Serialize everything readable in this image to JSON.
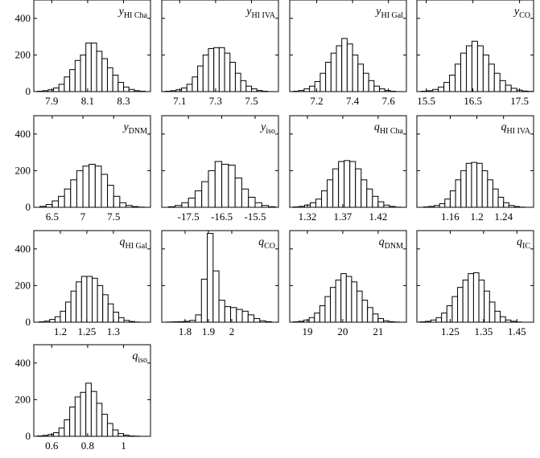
{
  "chart_data": [
    {
      "type": "bar",
      "label": {
        "sym": "y",
        "sub": "HI Cha"
      },
      "xlim": [
        7.8,
        8.45
      ],
      "xticks": [
        "7.9",
        "8.1",
        "8.3"
      ],
      "xtick_values": [
        7.9,
        8.1,
        8.3
      ],
      "bins": [
        7.82,
        7.85,
        7.88,
        7.91,
        7.94,
        7.97,
        8.0,
        8.03,
        8.06,
        8.09,
        8.12,
        8.15,
        8.18,
        8.21,
        8.24,
        8.27,
        8.3,
        8.33,
        8.36,
        8.39
      ],
      "values": [
        2,
        5,
        10,
        20,
        40,
        80,
        120,
        170,
        200,
        265,
        265,
        220,
        180,
        130,
        90,
        50,
        25,
        12,
        5,
        2
      ],
      "ylim": [
        0,
        500
      ],
      "yticks": [
        "0",
        "200",
        "400"
      ],
      "ytick_values": [
        0,
        200,
        400
      ]
    },
    {
      "type": "bar",
      "label": {
        "sym": "y",
        "sub": "HI IVA"
      },
      "xlim": [
        7.0,
        7.65
      ],
      "xticks": [
        "7.1",
        "7.3",
        "7.5"
      ],
      "xtick_values": [
        7.1,
        7.3,
        7.5
      ],
      "bins": [
        7.02,
        7.05,
        7.08,
        7.11,
        7.14,
        7.17,
        7.2,
        7.23,
        7.26,
        7.29,
        7.32,
        7.35,
        7.38,
        7.41,
        7.44,
        7.47,
        7.5,
        7.53,
        7.56
      ],
      "values": [
        2,
        5,
        10,
        20,
        40,
        80,
        140,
        200,
        235,
        240,
        240,
        210,
        160,
        100,
        60,
        30,
        15,
        6,
        2
      ],
      "ylim": [
        0,
        500
      ],
      "yticks": [
        "0",
        "200",
        "400"
      ],
      "ytick_values": [
        0,
        200,
        400
      ]
    },
    {
      "type": "bar",
      "label": {
        "sym": "y",
        "sub": "HI Gal"
      },
      "xlim": [
        7.05,
        7.7
      ],
      "xticks": [
        "7.2",
        "7.4",
        "7.6"
      ],
      "xtick_values": [
        7.2,
        7.4,
        7.6
      ],
      "bins": [
        7.07,
        7.1,
        7.13,
        7.16,
        7.19,
        7.22,
        7.25,
        7.28,
        7.31,
        7.34,
        7.37,
        7.4,
        7.43,
        7.46,
        7.49,
        7.52,
        7.55,
        7.58,
        7.61
      ],
      "values": [
        2,
        6,
        15,
        30,
        55,
        100,
        160,
        210,
        250,
        290,
        260,
        200,
        150,
        100,
        60,
        30,
        15,
        6,
        2
      ],
      "ylim": [
        0,
        500
      ],
      "yticks": [
        "0",
        "200",
        "400"
      ],
      "ytick_values": [
        0,
        200,
        400
      ]
    },
    {
      "type": "bar",
      "label": {
        "sym": "y",
        "sub": "CO"
      },
      "xlim": [
        15.3,
        17.8
      ],
      "xticks": [
        "15.5",
        "16.5",
        "17.5"
      ],
      "xtick_values": [
        15.5,
        16.5,
        17.5
      ],
      "bins": [
        15.4,
        15.52,
        15.64,
        15.76,
        15.88,
        16.0,
        16.12,
        16.24,
        16.36,
        16.48,
        16.6,
        16.72,
        16.84,
        16.96,
        17.08,
        17.2,
        17.32,
        17.44,
        17.56,
        17.68
      ],
      "values": [
        2,
        5,
        12,
        25,
        50,
        90,
        150,
        210,
        250,
        275,
        250,
        200,
        150,
        100,
        60,
        35,
        18,
        8,
        3,
        1
      ],
      "ylim": [
        0,
        500
      ],
      "yticks": [
        "0",
        "200",
        "400"
      ],
      "ytick_values": [
        0,
        200,
        400
      ]
    },
    {
      "type": "bar",
      "label": {
        "sym": "y",
        "sub": "DNM"
      },
      "xlim": [
        6.2,
        8.1
      ],
      "xticks": [
        "6.5",
        "7",
        "7.5"
      ],
      "xtick_values": [
        6.5,
        7.0,
        7.5
      ],
      "bins": [
        6.3,
        6.4,
        6.5,
        6.6,
        6.7,
        6.8,
        6.9,
        7.0,
        7.1,
        7.2,
        7.3,
        7.4,
        7.5,
        7.6,
        7.7,
        7.8,
        7.9
      ],
      "values": [
        5,
        15,
        35,
        60,
        100,
        150,
        200,
        225,
        235,
        225,
        180,
        120,
        60,
        25,
        10,
        4,
        1
      ],
      "ylim": [
        0,
        500
      ],
      "yticks": [
        "0",
        "200",
        "400"
      ],
      "ytick_values": [
        0,
        200,
        400
      ]
    },
    {
      "type": "bar",
      "label": {
        "sym": "y",
        "sub": "iso"
      },
      "xlim": [
        -18.3,
        -14.8
      ],
      "xticks": [
        "-17.5",
        "-16.5",
        "-15.5"
      ],
      "xtick_values": [
        -17.5,
        -16.5,
        -15.5
      ],
      "bins": [
        -18.1,
        -17.9,
        -17.7,
        -17.5,
        -17.3,
        -17.1,
        -16.9,
        -16.7,
        -16.5,
        -16.3,
        -16.1,
        -15.9,
        -15.7,
        -15.5,
        -15.3,
        -15.1
      ],
      "values": [
        3,
        10,
        25,
        50,
        90,
        140,
        200,
        250,
        235,
        230,
        160,
        100,
        55,
        25,
        10,
        3
      ],
      "ylim": [
        0,
        500
      ],
      "yticks": [
        "0",
        "200",
        "400"
      ],
      "ytick_values": [
        0,
        200,
        400
      ]
    },
    {
      "type": "bar",
      "label": {
        "sym": "q",
        "sub": "HI Cha"
      },
      "xlim": [
        1.295,
        1.46
      ],
      "xticks": [
        "1.32",
        "1.37",
        "1.42"
      ],
      "xtick_values": [
        1.32,
        1.37,
        1.42
      ],
      "bins": [
        1.3,
        1.308,
        1.316,
        1.324,
        1.332,
        1.34,
        1.348,
        1.356,
        1.364,
        1.372,
        1.38,
        1.388,
        1.396,
        1.404,
        1.412,
        1.42,
        1.428,
        1.436,
        1.444
      ],
      "values": [
        2,
        5,
        12,
        25,
        45,
        90,
        150,
        210,
        250,
        255,
        250,
        210,
        150,
        100,
        60,
        30,
        12,
        5,
        1
      ],
      "ylim": [
        0,
        500
      ],
      "yticks": [
        "0",
        "200",
        "400"
      ],
      "ytick_values": [
        0,
        200,
        400
      ]
    },
    {
      "type": "bar",
      "label": {
        "sym": "q",
        "sub": "HI IVA"
      },
      "xlim": [
        1.11,
        1.285
      ],
      "xticks": [
        "1.16",
        "1.2",
        "1.24"
      ],
      "xtick_values": [
        1.16,
        1.2,
        1.24
      ],
      "bins": [
        1.12,
        1.128,
        1.136,
        1.144,
        1.152,
        1.16,
        1.168,
        1.176,
        1.184,
        1.192,
        1.2,
        1.208,
        1.216,
        1.224,
        1.232,
        1.24,
        1.248,
        1.256,
        1.264
      ],
      "values": [
        2,
        5,
        10,
        20,
        45,
        90,
        150,
        200,
        240,
        245,
        240,
        200,
        150,
        100,
        55,
        25,
        10,
        4,
        1
      ],
      "ylim": [
        0,
        500
      ],
      "yticks": [
        "0",
        "200",
        "400"
      ],
      "ytick_values": [
        0,
        200,
        400
      ]
    },
    {
      "type": "bar",
      "label": {
        "sym": "q",
        "sub": "HI Gal"
      },
      "xlim": [
        1.15,
        1.37
      ],
      "xticks": [
        "1.2",
        "1.25",
        "1.3"
      ],
      "xtick_values": [
        1.2,
        1.25,
        1.3
      ],
      "bins": [
        1.16,
        1.17,
        1.18,
        1.19,
        1.2,
        1.21,
        1.22,
        1.23,
        1.24,
        1.25,
        1.26,
        1.27,
        1.28,
        1.29,
        1.3,
        1.31,
        1.32,
        1.33,
        1.34
      ],
      "values": [
        2,
        6,
        15,
        30,
        60,
        110,
        170,
        220,
        250,
        250,
        240,
        200,
        150,
        100,
        55,
        25,
        10,
        4,
        1
      ],
      "ylim": [
        0,
        500
      ],
      "yticks": [
        "0",
        "200",
        "400"
      ],
      "ytick_values": [
        0,
        200,
        400
      ]
    },
    {
      "type": "bar",
      "label": {
        "sym": "q",
        "sub": "CO"
      },
      "xlim": [
        1.7,
        2.2
      ],
      "xticks": [
        "1.8",
        "1.9",
        "2"
      ],
      "xtick_values": [
        1.8,
        1.9,
        2.0
      ],
      "bins": [
        1.72,
        1.745,
        1.77,
        1.795,
        1.82,
        1.845,
        1.87,
        1.895,
        1.92,
        1.945,
        1.97,
        1.995,
        2.02,
        2.045,
        2.07,
        2.095,
        2.12,
        2.145
      ],
      "values": [
        1,
        2,
        3,
        5,
        10,
        40,
        235,
        485,
        280,
        120,
        85,
        80,
        70,
        60,
        40,
        20,
        8,
        3
      ],
      "ylim": [
        0,
        500
      ],
      "yticks": [
        "0",
        "200",
        "400"
      ],
      "ytick_values": [
        0,
        200,
        400
      ]
    },
    {
      "type": "bar",
      "label": {
        "sym": "q",
        "sub": "DNM"
      },
      "xlim": [
        18.5,
        21.8
      ],
      "xticks": [
        "19",
        "20",
        "21"
      ],
      "xtick_values": [
        19,
        20,
        21
      ],
      "bins": [
        18.6,
        18.75,
        18.9,
        19.05,
        19.2,
        19.35,
        19.5,
        19.65,
        19.8,
        19.95,
        20.1,
        20.25,
        20.4,
        20.55,
        20.7,
        20.85,
        21.0,
        21.15,
        21.3,
        21.45
      ],
      "values": [
        2,
        5,
        12,
        25,
        50,
        90,
        140,
        190,
        230,
        265,
        250,
        220,
        170,
        120,
        80,
        45,
        20,
        8,
        3,
        1
      ],
      "ylim": [
        0,
        500
      ],
      "yticks": [
        "0",
        "200",
        "400"
      ],
      "ytick_values": [
        0,
        200,
        400
      ]
    },
    {
      "type": "bar",
      "label": {
        "sym": "q",
        "sub": "IC"
      },
      "xlim": [
        1.15,
        1.5
      ],
      "xticks": [
        "1.25",
        "1.35",
        "1.45"
      ],
      "xtick_values": [
        1.25,
        1.35,
        1.45
      ],
      "bins": [
        1.16,
        1.176,
        1.192,
        1.208,
        1.224,
        1.24,
        1.256,
        1.272,
        1.288,
        1.304,
        1.32,
        1.336,
        1.352,
        1.368,
        1.384,
        1.4,
        1.416,
        1.432,
        1.448
      ],
      "values": [
        2,
        5,
        12,
        25,
        50,
        90,
        140,
        190,
        230,
        265,
        270,
        230,
        170,
        110,
        60,
        30,
        12,
        5,
        1
      ],
      "ylim": [
        0,
        500
      ],
      "yticks": [
        "0",
        "200",
        "400"
      ],
      "ytick_values": [
        0,
        200,
        400
      ]
    },
    {
      "type": "bar",
      "label": {
        "sym": "q",
        "sub": "iso"
      },
      "xlim": [
        0.5,
        1.15
      ],
      "xticks": [
        "0.6",
        "0.8",
        "1"
      ],
      "xtick_values": [
        0.6,
        0.8,
        1.0
      ],
      "bins": [
        0.52,
        0.55,
        0.58,
        0.61,
        0.64,
        0.67,
        0.7,
        0.73,
        0.76,
        0.79,
        0.82,
        0.85,
        0.88,
        0.91,
        0.94,
        0.97,
        1.0,
        1.03,
        1.06
      ],
      "values": [
        2,
        5,
        10,
        20,
        45,
        90,
        160,
        215,
        240,
        290,
        245,
        180,
        120,
        70,
        35,
        15,
        6,
        2,
        1
      ],
      "ylim": [
        0,
        500
      ],
      "yticks": [
        "0",
        "200",
        "400"
      ],
      "ytick_values": [
        0,
        200,
        400
      ]
    }
  ]
}
